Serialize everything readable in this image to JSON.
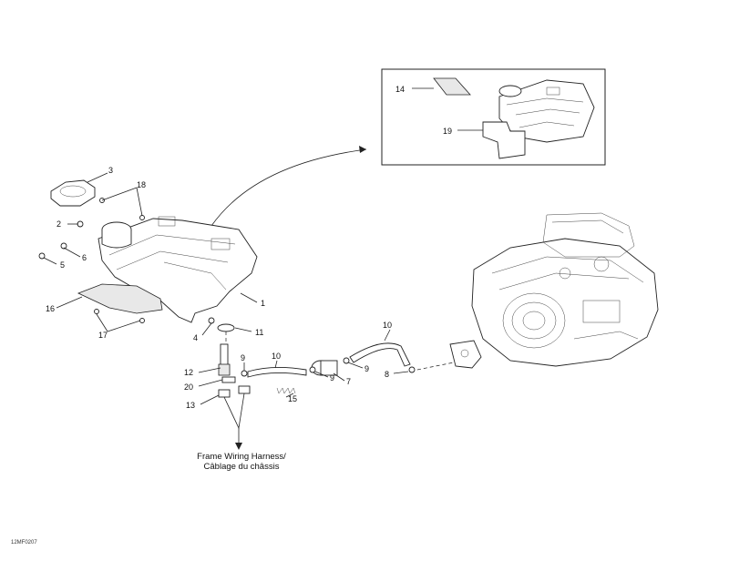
{
  "callouts": {
    "c1": "1",
    "c2": "2",
    "c3": "3",
    "c4": "4",
    "c5": "5",
    "c6": "6",
    "c7": "7",
    "c8": "8",
    "c9a": "9",
    "c9b": "9",
    "c9c": "9",
    "c10a": "10",
    "c10b": "10",
    "c11": "11",
    "c12": "12",
    "c13": "13",
    "c14": "14",
    "c15": "15",
    "c16": "16",
    "c17": "17",
    "c18": "18",
    "c19": "19",
    "c20": "20"
  },
  "caption": {
    "line1": "Frame Wiring Harness/",
    "line2": "Câblage du châssis"
  },
  "drawing_code": "12MF0207"
}
